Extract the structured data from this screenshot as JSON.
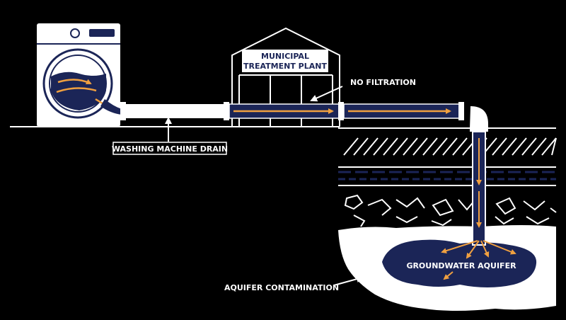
{
  "labels": {
    "plant_line1": "MUNICIPAL",
    "plant_line2": "TREATMENT PLANT",
    "no_filtration": "NO FILTRATION",
    "drain": "WASHING MACHINE DRAIN",
    "aquifer": "GROUNDWATER AQUIFER",
    "contamination": "AQUIFER CONTAMINATION"
  },
  "colors": {
    "background": "#000000",
    "outline": "#ffffff",
    "water": "#1b2557",
    "flow_arrow": "#f0a040",
    "label_bg": "#ffffff",
    "label_text": "#1b2557"
  },
  "icons": {
    "washing_machine": "washing-machine-icon",
    "treatment_plant": "treatment-plant-icon",
    "pipe": "pipe-icon",
    "flow_arrow": "flow-arrow-icon"
  }
}
